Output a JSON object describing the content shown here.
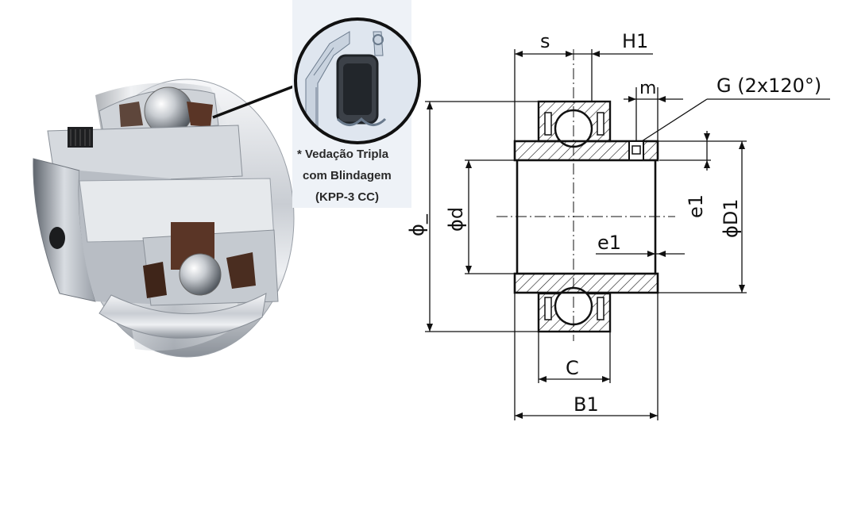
{
  "seal_note": {
    "line1": "* Vedação Tripla",
    "line2": "com Blindagem",
    "line3": "(KPP-3 CC)"
  },
  "dimensions": {
    "s": "s",
    "H1": "H1",
    "m": "m",
    "G": "G (2x120°)",
    "phi_outer": "ϕ_",
    "phi_d": "ϕd",
    "phi_D1": "ϕD1",
    "e1_vertical": "e1",
    "e1_horizontal": "e1",
    "C": "C",
    "B1": "B1"
  },
  "colors": {
    "steel_light": "#e9ebee",
    "steel_dark": "#7d838b",
    "seal_brown": "#5a3526",
    "line": "#111111",
    "detail_bg": "#dfe6ef"
  }
}
